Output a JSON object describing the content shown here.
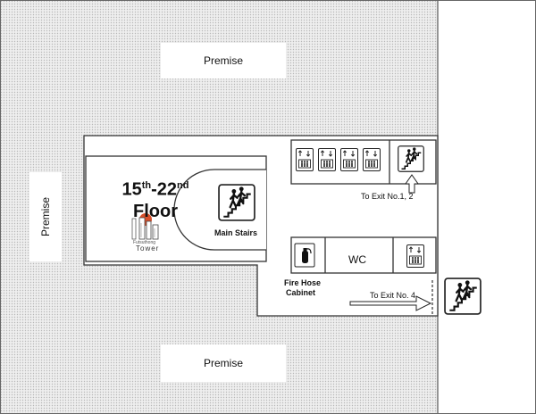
{
  "premise_labels": {
    "top": "Premise",
    "left": "Premise",
    "bottom": "Premise"
  },
  "floor": {
    "start_number": "15",
    "start_suffix": "th",
    "separator": "-",
    "end_number": "22",
    "end_suffix": "nd",
    "name": "Floor"
  },
  "logo": {
    "line1": "Futsuthong",
    "line2": "Tower",
    "accent_color": "#d9502b"
  },
  "rooms": {
    "main_stairs": "Main Stairs",
    "wc": "WC",
    "fire_hose_line1": "Fire Hose",
    "fire_hose_line2": "Cabinet"
  },
  "exits": {
    "exit_1_2": "To Exit No.1, 2",
    "exit_4": "To Exit No. 4"
  },
  "icons": {
    "elevator": "elevator-icon",
    "stairs": "stairs-person-icon",
    "extinguisher": "fire-extinguisher-icon",
    "arrow_up": "arrow-up-icon",
    "arrow_right": "arrow-right-icon"
  },
  "colors": {
    "hatch": "#c8c8c8",
    "hatch_bg": "#eeeeee",
    "walls": "#333333"
  }
}
